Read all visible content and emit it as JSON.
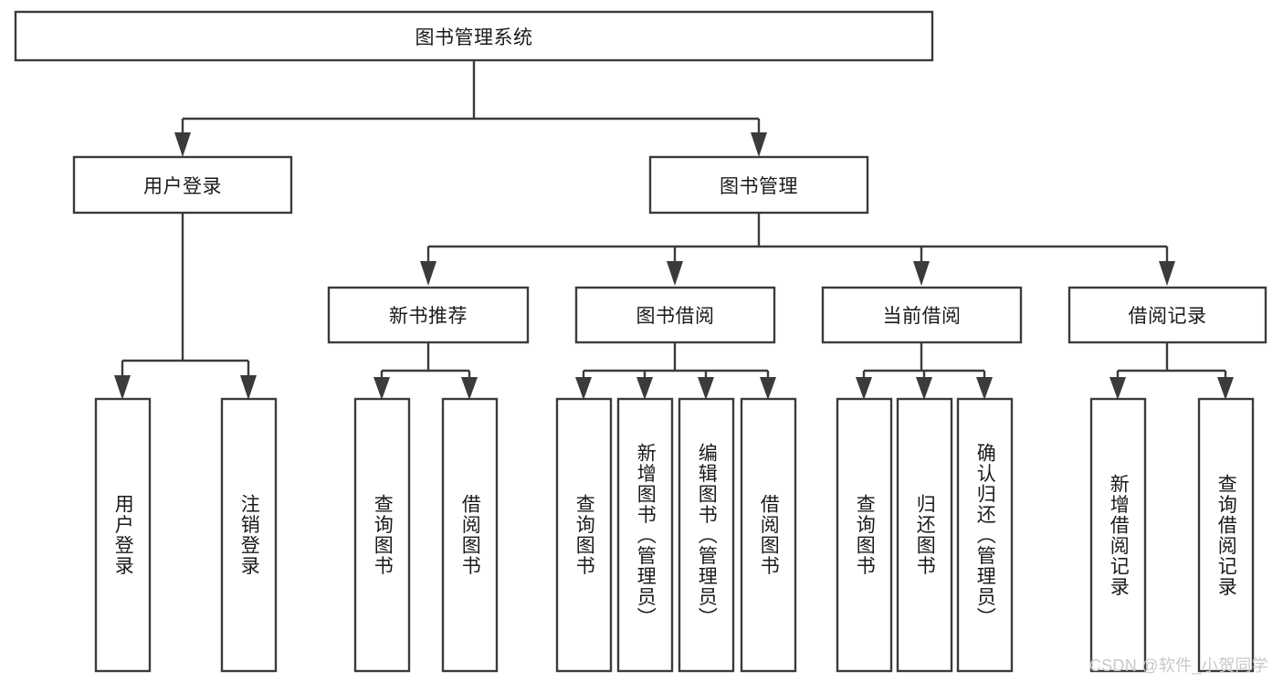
{
  "diagram": {
    "title": "图书管理系统",
    "type": "tree",
    "orientation": "top-down",
    "colors": {
      "stroke": "#3b3b3b",
      "box_fill": "#ffffff",
      "text": "#1a1a1a",
      "background": "#ffffff",
      "watermark": "#c9c9c9"
    }
  },
  "watermark": {
    "text": "CSDN @软件_小贺同学"
  },
  "chart_data": {
    "type": "tree",
    "title": "图书管理系统",
    "root": {
      "id": "root",
      "label": "图书管理系统",
      "children": [
        {
          "id": "user-login",
          "label": "用户登录",
          "children": [
            {
              "id": "user-login-do",
              "label": "用户登录",
              "children": []
            },
            {
              "id": "user-logout",
              "label": "注销登录",
              "children": []
            }
          ]
        },
        {
          "id": "book-manage",
          "label": "图书管理",
          "children": [
            {
              "id": "new-book-rec",
              "label": "新书推荐",
              "children": [
                {
                  "id": "query-book-1",
                  "label": "查询图书",
                  "children": []
                },
                {
                  "id": "borrow-book-1",
                  "label": "借阅图书",
                  "children": []
                }
              ]
            },
            {
              "id": "book-borrow",
              "label": "图书借阅",
              "children": [
                {
                  "id": "query-book-2",
                  "label": "查询图书",
                  "children": []
                },
                {
                  "id": "add-book",
                  "label": "新增图书（管理员）",
                  "children": []
                },
                {
                  "id": "edit-book",
                  "label": "编辑图书（管理员）",
                  "children": []
                },
                {
                  "id": "borrow-book-2",
                  "label": "借阅图书",
                  "children": []
                }
              ]
            },
            {
              "id": "current-borrow",
              "label": "当前借阅",
              "children": [
                {
                  "id": "query-book-3",
                  "label": "查询图书",
                  "children": []
                },
                {
                  "id": "return-book",
                  "label": "归还图书",
                  "children": []
                },
                {
                  "id": "confirm-return",
                  "label": "确认归还（管理员）",
                  "children": []
                }
              ]
            },
            {
              "id": "borrow-record",
              "label": "借阅记录",
              "children": [
                {
                  "id": "add-record",
                  "label": "新增借阅记录",
                  "children": []
                },
                {
                  "id": "query-record",
                  "label": "查询借阅记录",
                  "children": []
                }
              ]
            }
          ]
        }
      ]
    }
  }
}
